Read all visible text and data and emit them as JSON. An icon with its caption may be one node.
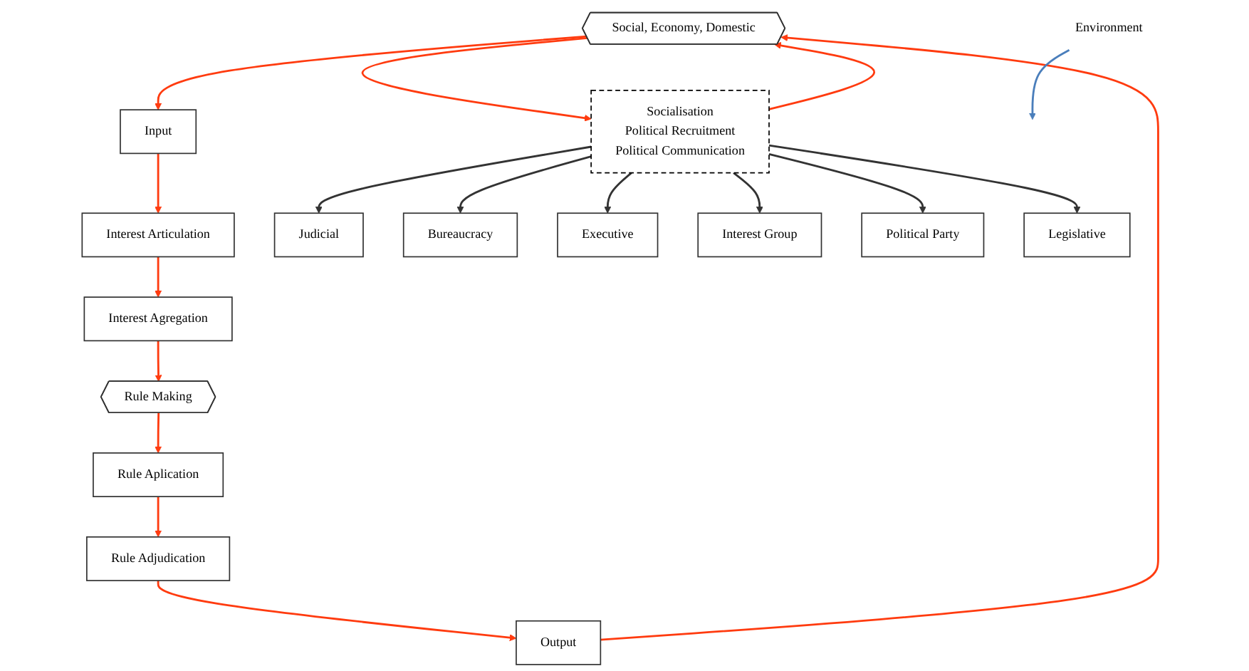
{
  "diagram": {
    "nodes": [
      {
        "text": [
          "Social, Economy, Domestic"
        ]
      },
      {
        "text": [
          "Input"
        ]
      },
      {
        "text": [
          "Interest Articulation"
        ]
      },
      {
        "text": [
          "Interest Agregation"
        ]
      },
      {
        "text": [
          "Rule Making"
        ]
      },
      {
        "text": [
          "Rule Aplication"
        ]
      },
      {
        "text": [
          "Rule Adjudication"
        ]
      },
      {
        "text": [
          "Output"
        ]
      },
      {
        "text": [
          "Socialisation",
          "Political Recruitment",
          "Political Communication"
        ]
      },
      {
        "text": [
          "Judicial"
        ]
      },
      {
        "text": [
          "Bureaucracy"
        ]
      },
      {
        "text": [
          "Executive"
        ]
      },
      {
        "text": [
          "Interest Group"
        ]
      },
      {
        "text": [
          "Political Party"
        ]
      },
      {
        "text": [
          "Legislative"
        ]
      },
      {
        "text": [
          "Environment"
        ]
      }
    ],
    "edges": [
      {
        "from": 7,
        "to": 0,
        "arrow": "to"
      },
      {
        "from": 0,
        "to": 1,
        "arrow": "to"
      },
      {
        "from": 1,
        "to": 2,
        "arrow": "to"
      },
      {
        "from": 2,
        "to": 3,
        "arrow": "to"
      },
      {
        "from": 3,
        "to": 4,
        "arrow": "to"
      },
      {
        "from": 4,
        "to": 5,
        "arrow": "to"
      },
      {
        "from": 5,
        "to": 6,
        "arrow": "to"
      },
      {
        "from": 6,
        "to": 7,
        "arrow": "to"
      },
      {
        "from": 0,
        "to": 8,
        "arrow": "to"
      },
      {
        "from": 8,
        "to": 0,
        "arrow": "to"
      },
      {
        "from": 8,
        "to": 9,
        "arrow": "to",
        "color": "#333333"
      },
      {
        "from": 8,
        "to": 10,
        "arrow": "to",
        "color": "#333333"
      },
      {
        "from": 8,
        "to": 11,
        "arrow": "to",
        "color": "#333333"
      },
      {
        "from": 8,
        "to": 12,
        "arrow": "to",
        "color": "#333333"
      },
      {
        "from": 8,
        "to": 13,
        "arrow": "to",
        "color": "#333333"
      },
      {
        "from": 8,
        "to": 14,
        "arrow": "to",
        "color": "#333333"
      },
      {
        "from": 15,
        "to": null,
        "arrow": "to",
        "color": "#4a7ebb"
      }
    ]
  }
}
